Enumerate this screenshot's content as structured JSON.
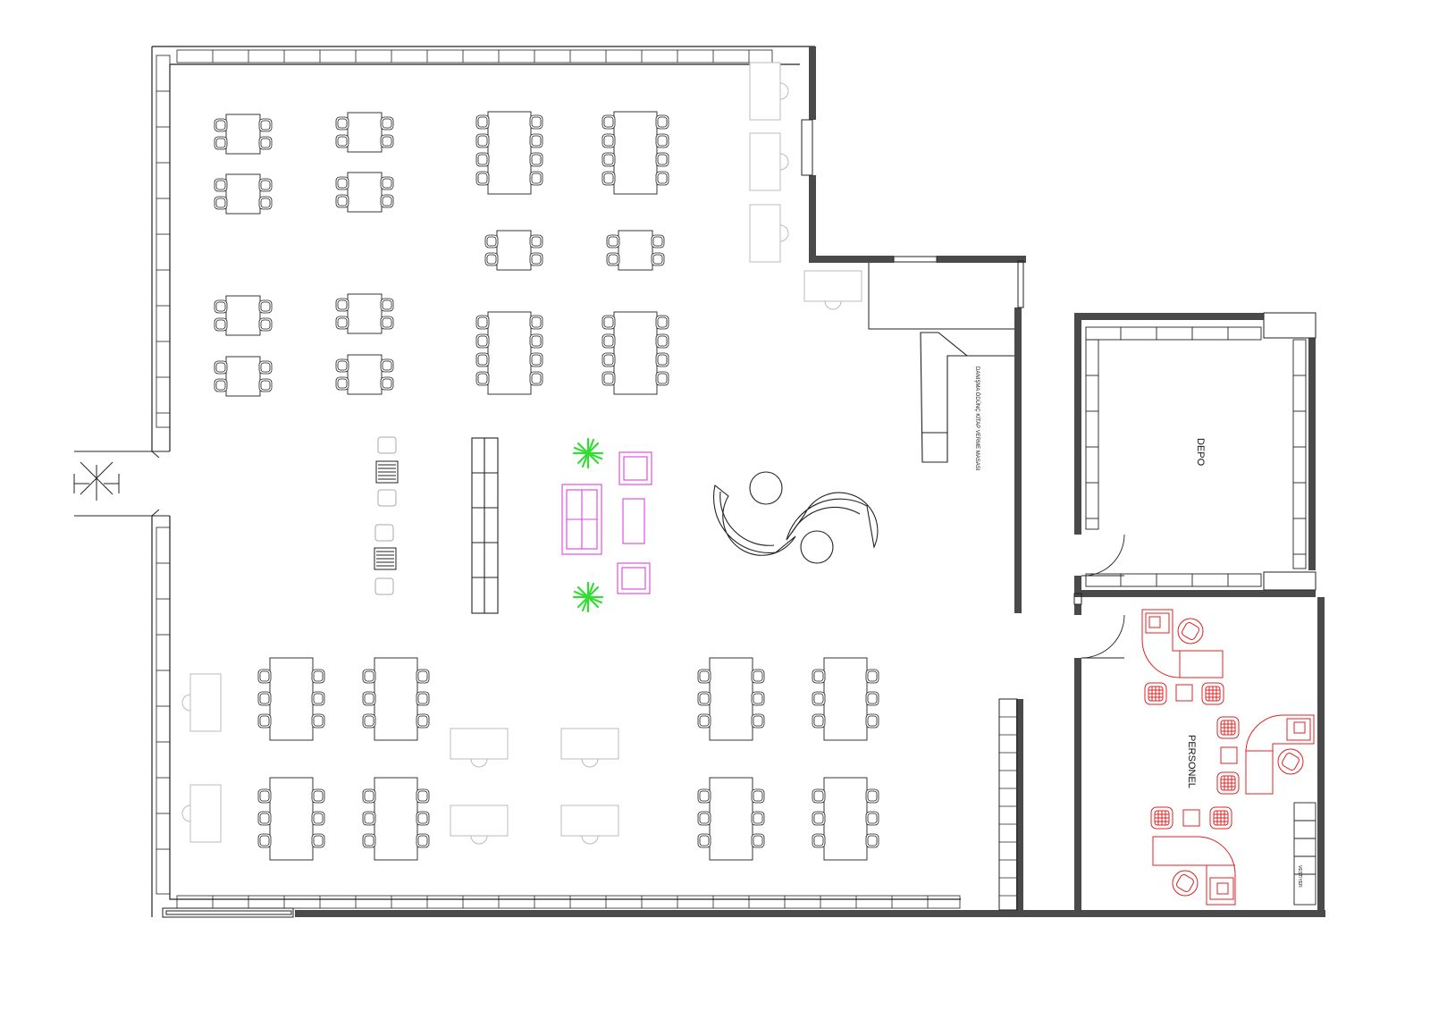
{
  "plan": {
    "rooms": {
      "depo": "DEPO",
      "personel": "PERSONEL"
    },
    "labels": {
      "reception_desk": "DANIŞMA ÖDÜNÇ KİTAP VERME MASASI",
      "cabinet": "VESTİYER"
    },
    "colors": {
      "wall": "#4a4a4a",
      "line": "#222222",
      "light_line": "#bdbdbd",
      "lounge": "#e040e0",
      "plant": "#33dd33",
      "staff_furniture": "#e02020"
    }
  }
}
